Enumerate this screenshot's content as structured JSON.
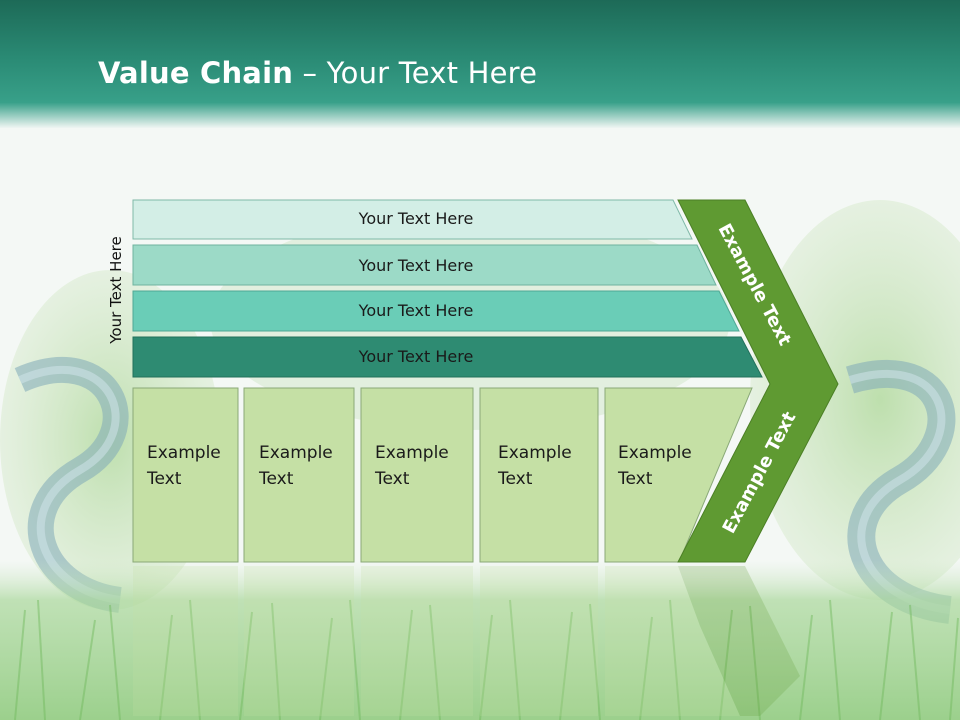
{
  "slide": {
    "title_bold": "Value Chain",
    "title_rest": " – Your Text Here",
    "side_label": "Your Text Here"
  },
  "bands": [
    {
      "label": "Your Text Here",
      "fill": "#d3eee6"
    },
    {
      "label": "Your Text Here",
      "fill": "#9cdac7"
    },
    {
      "label": "Your Text Here",
      "fill": "#6acdb7"
    },
    {
      "label": "Your Text Here",
      "fill": "#2e8b72"
    }
  ],
  "boxes": [
    {
      "line1": "Example",
      "line2": "Text"
    },
    {
      "line1": "Example",
      "line2": "Text"
    },
    {
      "line1": "Example",
      "line2": "Text"
    },
    {
      "line1": "Example",
      "line2": "Text"
    },
    {
      "line1": "Example",
      "line2": "Text"
    }
  ],
  "chevron_upper": "Example Text",
  "chevron_lower": "Example Text",
  "colors": {
    "header": "#2a8a74",
    "box_fill": "#c5e0a5",
    "chevron": "#5f9a32"
  }
}
